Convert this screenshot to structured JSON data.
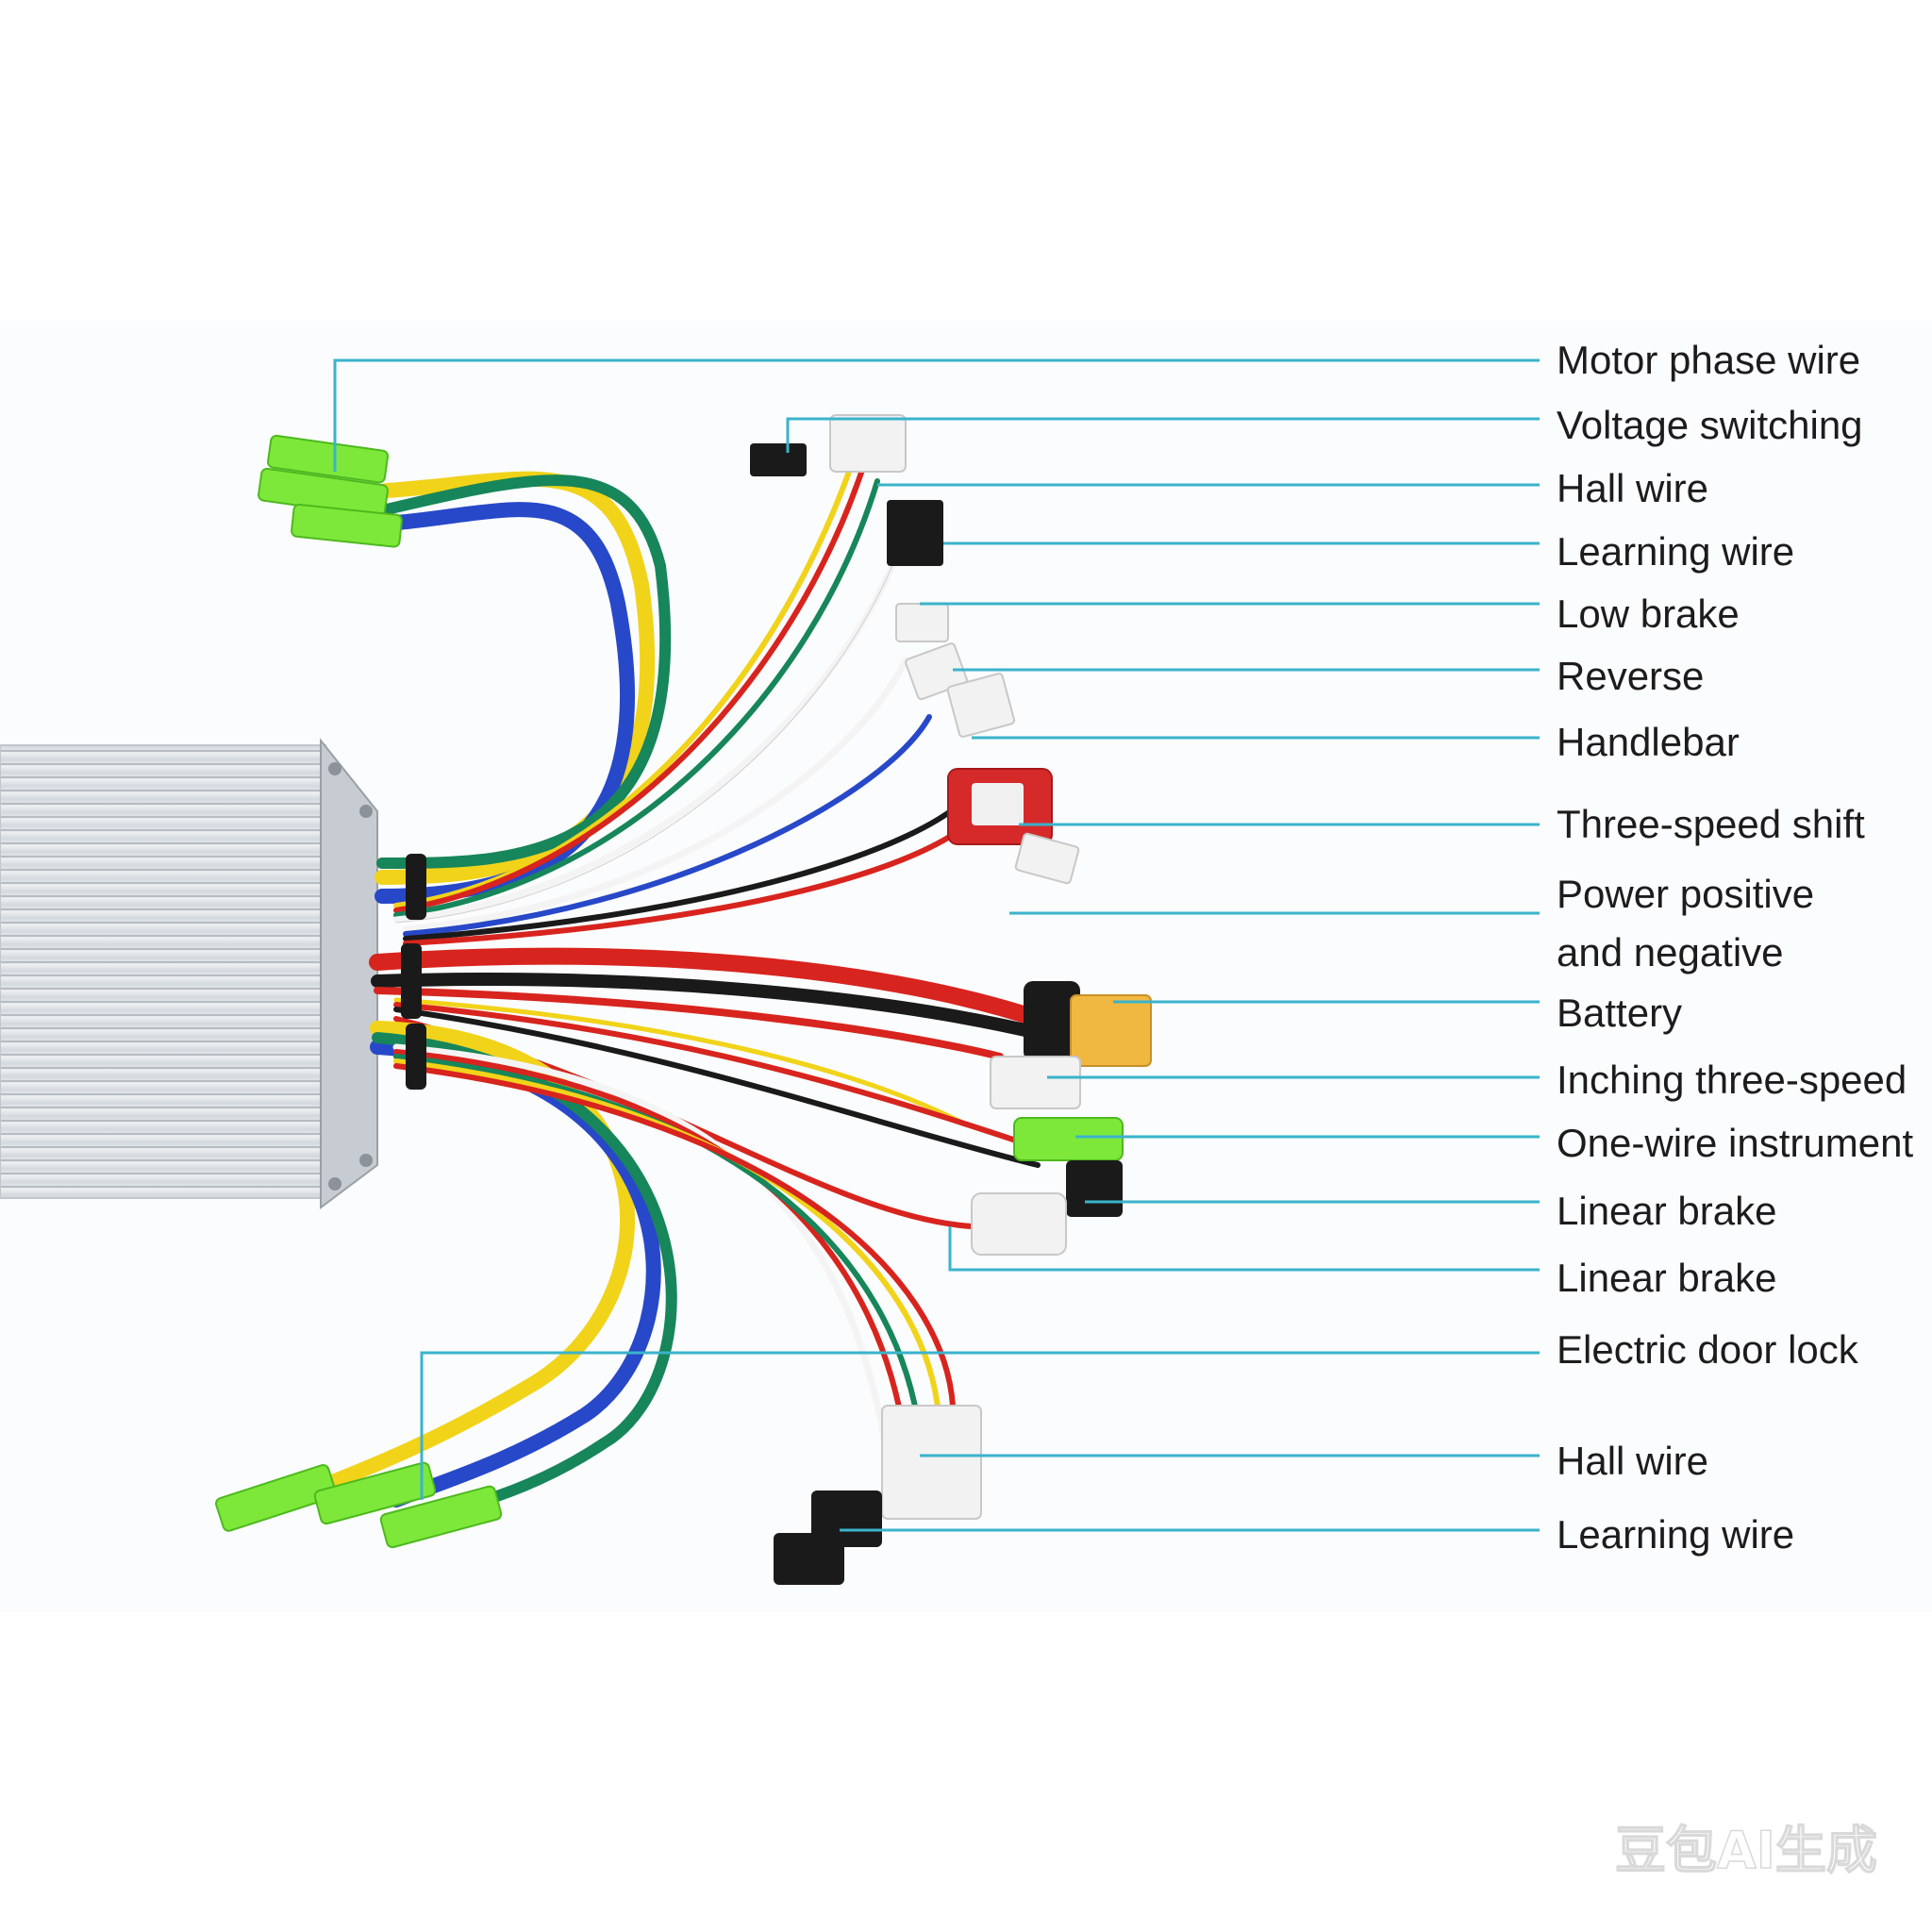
{
  "labels": {
    "motor_phase_wire_top": "Motor phase wire",
    "voltage_switching": "Voltage switching",
    "hall_wire_top": "Hall wire",
    "learning_wire_top": "Learning wire",
    "low_brake": "Low brake",
    "reverse": "Reverse",
    "handlebar": "Handlebar",
    "three_speed_shift": "Three-speed shift",
    "power_pos_neg_line1": "Power positive",
    "power_pos_neg_line2": "and negative",
    "battery": "Battery",
    "inching_three_speed": "Inching three-speed",
    "one_wire_instrument": "One-wire instrument",
    "linear_brake_1": "Linear brake",
    "linear_brake_2": "Linear brake",
    "electric_door_lock": "Electric door lock",
    "hall_wire_bottom": "Hall wire",
    "learning_wire_bottom": "Learning wire"
  },
  "watermark": "豆包AI生成",
  "colors": {
    "leader": "#3ab3cc",
    "red_wire": "#d8241e",
    "black_wire": "#1a1a1a",
    "yellow_wire": "#f1d31a",
    "blue_wire": "#2748c8",
    "green_wire": "#17865a",
    "white_wire": "#f4f4f4",
    "connector_green": "#7ee83a",
    "xt_connector": "#f0b840",
    "controller_body": "#dfe3e8"
  }
}
